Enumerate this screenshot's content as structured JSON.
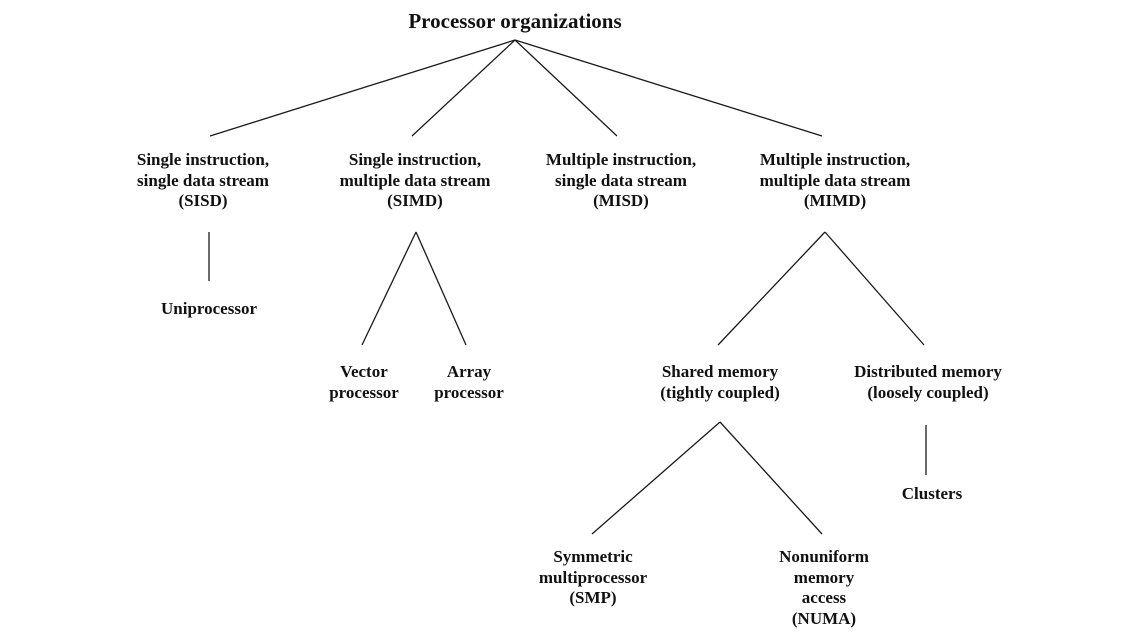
{
  "diagram": {
    "root": {
      "lines": [
        "Processor organizations"
      ]
    },
    "sisd": {
      "lines": [
        "Single instruction,",
        "single data stream",
        "(SISD)"
      ]
    },
    "simd": {
      "lines": [
        "Single instruction,",
        "multiple data stream",
        "(SIMD)"
      ]
    },
    "misd": {
      "lines": [
        "Multiple instruction,",
        "single data stream",
        "(MISD)"
      ]
    },
    "mimd": {
      "lines": [
        "Multiple instruction,",
        "multiple data stream",
        "(MIMD)"
      ]
    },
    "uniprocessor": {
      "lines": [
        "Uniprocessor"
      ]
    },
    "vector": {
      "lines": [
        "Vector",
        "processor"
      ]
    },
    "array": {
      "lines": [
        "Array",
        "processor"
      ]
    },
    "shared": {
      "lines": [
        "Shared memory",
        "(tightly coupled)"
      ]
    },
    "distributed": {
      "lines": [
        "Distributed memory",
        "(loosely coupled)"
      ]
    },
    "clusters": {
      "lines": [
        "Clusters"
      ]
    },
    "smp": {
      "lines": [
        "Symmetric",
        "multiprocessor",
        "(SMP)"
      ]
    },
    "numa": {
      "lines": [
        "Nonuniform",
        "memory",
        "access",
        "(NUMA)"
      ]
    }
  }
}
